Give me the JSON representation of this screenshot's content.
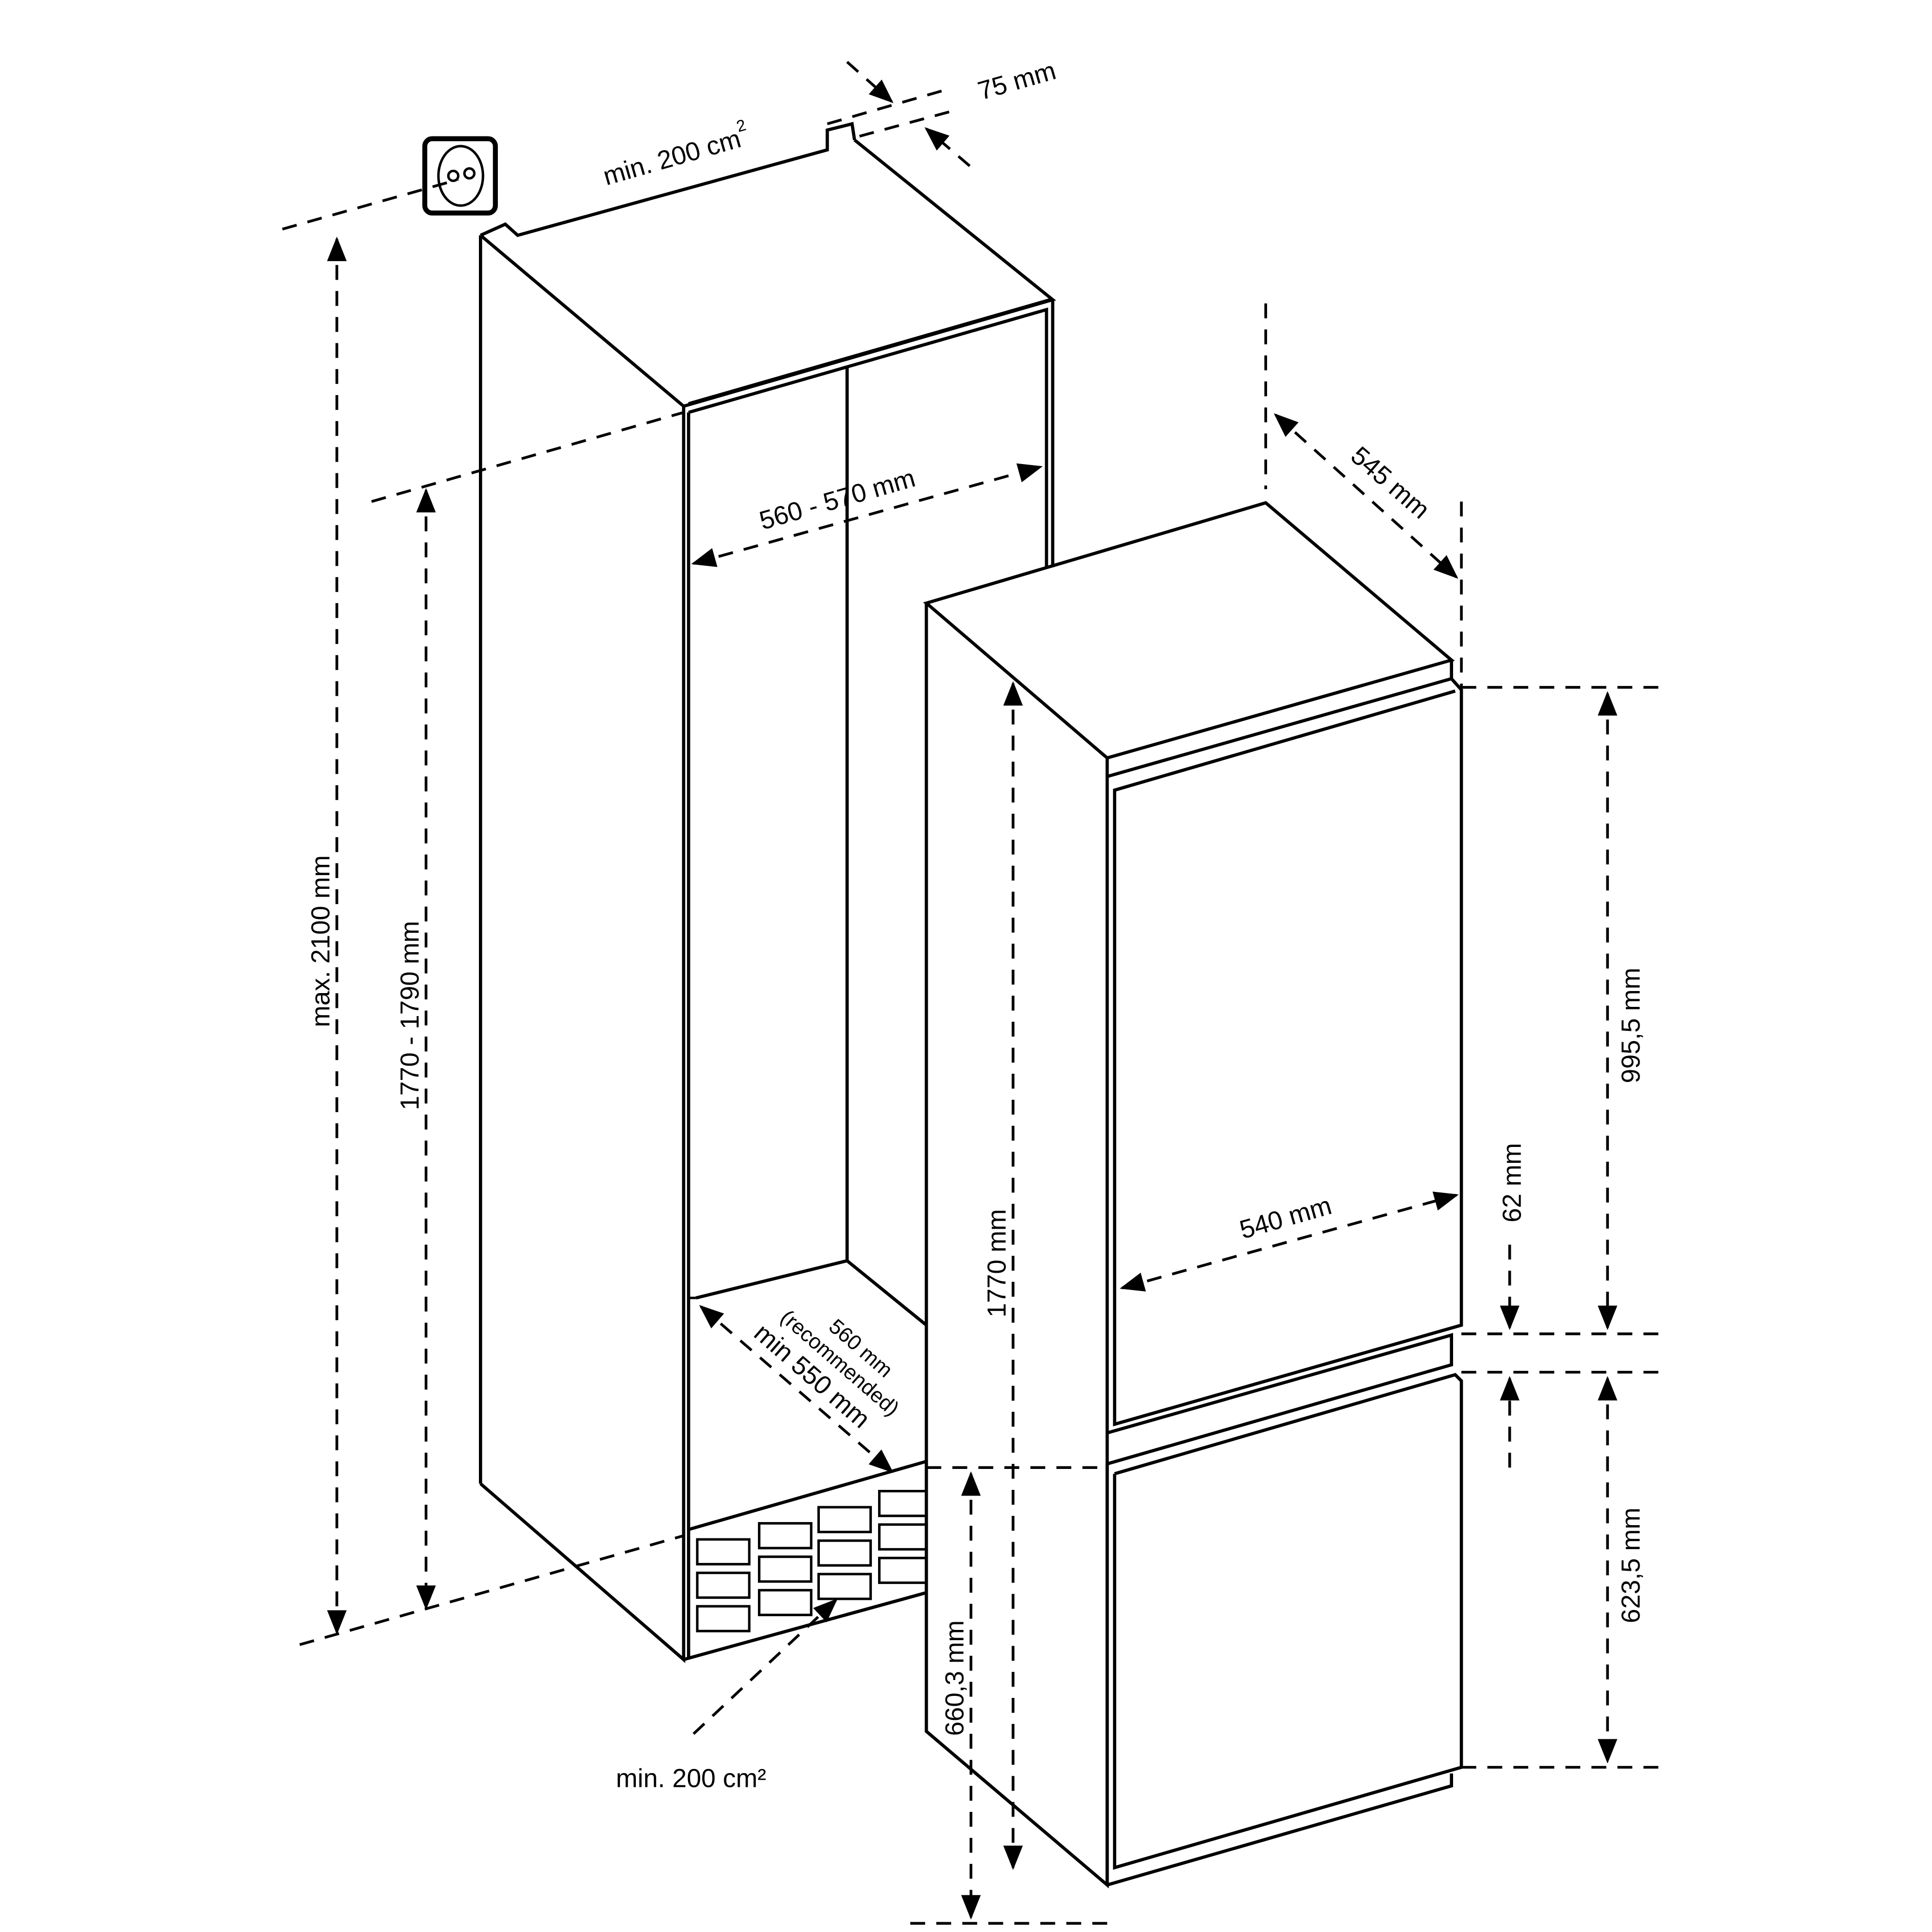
{
  "diagram": {
    "title": "Built-in fridge-freezer installation dimensions",
    "niche": {
      "top_vent_label": "min. 200 cm²",
      "top_vent_superscript": "2",
      "top_vent_base": "min. 200 cm",
      "rear_gap_label": "75 mm",
      "max_height_label": "max. 2100 mm",
      "height_range_label": "1770 - 1790 mm",
      "width_label": "560 - 570 mm",
      "depth_label_line1": "560 mm",
      "depth_label_line2": "(recommended)",
      "depth_label_line3": "min 550 mm",
      "bottom_vent_label": "min. 200 cm²",
      "socket_icon": "power-socket-icon"
    },
    "appliance": {
      "depth_label": "545 mm",
      "height_label": "1770 mm",
      "width_label": "540 mm",
      "upper_door_label": "995,5 mm",
      "gap_label": "62 mm",
      "lower_door_label": "623,5 mm",
      "lower_height_label": "660,3 mm"
    }
  }
}
